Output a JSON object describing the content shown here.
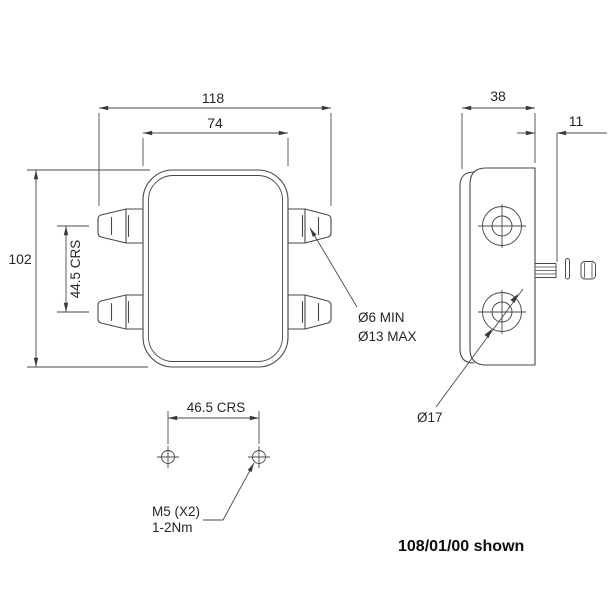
{
  "drawing": {
    "front_view": {
      "dim_overall_width": "118",
      "dim_body_width": "74",
      "dim_overall_height": "102",
      "dim_gland_centres": "44.5 CRS"
    },
    "mounting": {
      "dim_hole_centres": "46.5 CRS",
      "thread_note": "M5 (X2)",
      "torque_note": "1-2Nm"
    },
    "side_view": {
      "dim_depth": "38",
      "dim_tab_offset": "11",
      "gland_bore_min": "Ø6 MIN",
      "gland_bore_max": "Ø13 MAX",
      "hole_diameter": "Ø17"
    },
    "footer": {
      "variant_note": "108/01/00 shown"
    },
    "colors": {
      "background": "#ffffff",
      "line": "#474747",
      "text": "#262626"
    }
  }
}
